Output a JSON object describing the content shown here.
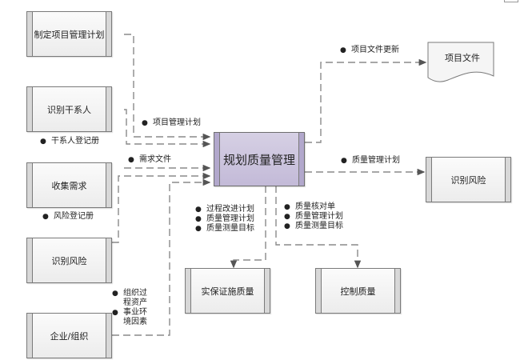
{
  "diagram": {
    "main_process": "规划质量管理",
    "inputs": [
      {
        "name": "制定项目管理计划",
        "output_label": "项目管理计划"
      },
      {
        "name": "识别干系人",
        "output_label": "干系人登记册"
      },
      {
        "name": "收集需求",
        "output_label": "需求文件"
      },
      {
        "name": "识别风险",
        "output_label": "风险登记册"
      },
      {
        "name": "企业/组织",
        "output_labels": [
          "组织过程资产",
          "事业环境因素"
        ]
      }
    ],
    "outputs": {
      "document": {
        "name": "项目文件",
        "label": "项目文件更新"
      },
      "risk": {
        "name": "识别风险",
        "label": "质量管理计划"
      },
      "assurance": {
        "name": "实保证施质量",
        "labels": [
          "过程改进计划",
          "质量管理计划",
          "质量测量目标"
        ]
      },
      "control": {
        "name": "控制质量",
        "labels": [
          "质量核对单",
          "质量管理计划",
          "质量测量目标"
        ]
      }
    },
    "enterprise_label_lines": [
      "组织过",
      "程资产",
      "事业环",
      "境因素"
    ],
    "colors": {
      "line": "#8a8a8a",
      "main_fill": "#c8c0da",
      "box_fill": "#f2f2f2"
    }
  }
}
